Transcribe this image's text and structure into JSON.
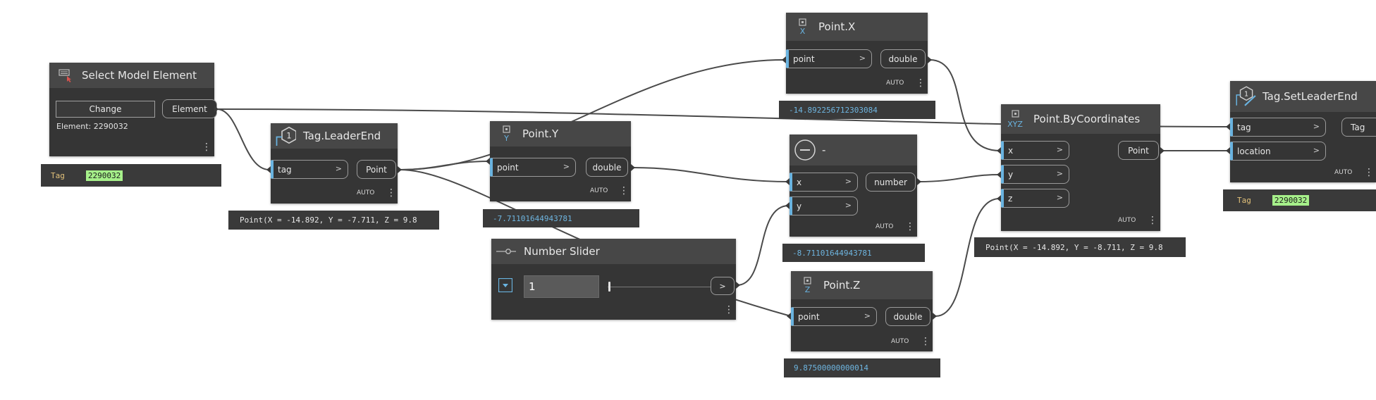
{
  "colors": {
    "canvas": "#ffffff",
    "node_body": "#353535",
    "node_header": "#474747",
    "input_port_accent": "#69b3e0",
    "preview_value": "#6eb5e0",
    "tag_highlight": "#a6f08a"
  },
  "nodes": {
    "select_model": {
      "title": "Select Model Element",
      "change_label": "Change",
      "element_text": "Element: 2290032",
      "output": "Element",
      "preview_label": "Tag",
      "preview_value": "2290032"
    },
    "leader_end": {
      "title": "Tag.LeaderEnd",
      "input_tag": "tag",
      "output": "Point",
      "auto": "AUTO",
      "preview": "Point(X = -14.892, Y = -7.711, Z = 9.8",
      "badge": "1"
    },
    "point_y": {
      "title": "Point.Y",
      "icon_letter": "Y",
      "input": "point",
      "output": "double",
      "auto": "AUTO",
      "preview": "-7.71101644943781"
    },
    "point_x": {
      "title": "Point.X",
      "icon_letter": "X",
      "input": "point",
      "output": "double",
      "auto": "AUTO",
      "preview": "-14.892256712303084"
    },
    "minus": {
      "title": "-",
      "input_x": "x",
      "input_y": "y",
      "output": "number",
      "auto": "AUTO",
      "preview": "-8.71101644943781"
    },
    "point_z": {
      "title": "Point.Z",
      "icon_letter": "Z",
      "input": "point",
      "output": "double",
      "auto": "AUTO",
      "preview": "9.87500000000014"
    },
    "slider": {
      "title": "Number Slider",
      "value": "1",
      "output_chevron": ">"
    },
    "by_coordinates": {
      "title": "Point.ByCoordinates",
      "icon_letters": "XYZ",
      "input_x": "x",
      "input_y": "y",
      "input_z": "z",
      "output": "Point",
      "auto": "AUTO",
      "preview": "Point(X = -14.892, Y = -8.711, Z = 9.8"
    },
    "set_leader_end": {
      "title": "Tag.SetLeaderEnd",
      "input_tag": "tag",
      "input_location": "location",
      "output": "Tag",
      "auto": "AUTO",
      "preview_label": "Tag",
      "preview_value": "2290032",
      "badge": "1"
    }
  },
  "chevron": ">",
  "menu_glyph": "⋮"
}
